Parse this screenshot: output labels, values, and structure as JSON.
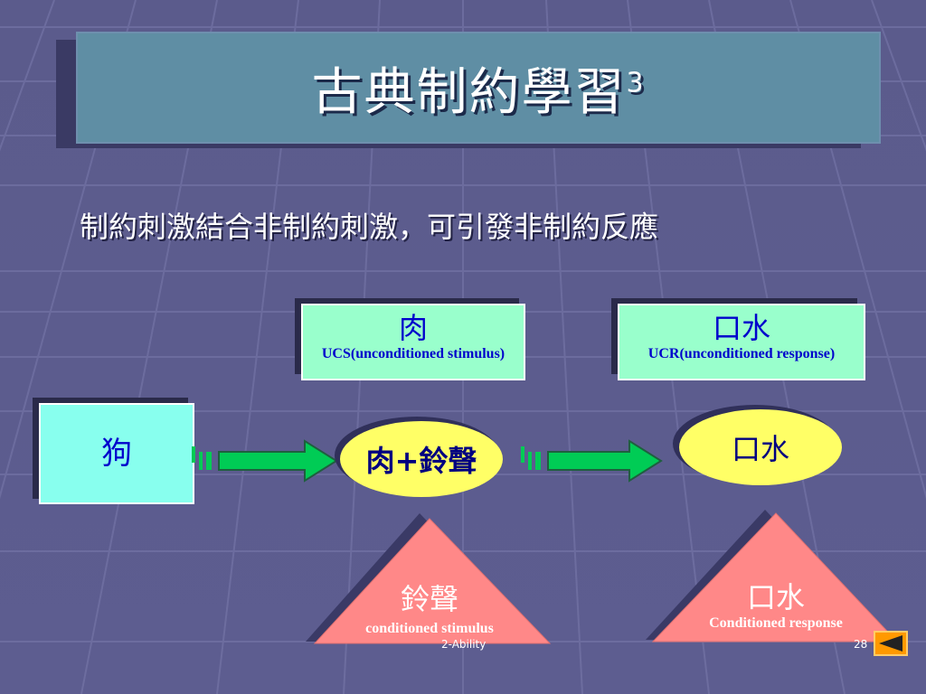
{
  "slide": {
    "title": "古典制約學習",
    "title_superscript": "3",
    "subtitle": "制約刺激結合非制約刺激，可引發非制約反應"
  },
  "diagram": {
    "ucs_box": {
      "label": "肉",
      "sublabel": "UCS(unconditioned stimulus)"
    },
    "ucr_box": {
      "label": "口水",
      "sublabel": "UCR(unconditioned response)"
    },
    "dog_box": {
      "label": "狗"
    },
    "pairing_ellipse": {
      "label": "肉+鈴聲"
    },
    "response_ellipse": {
      "label": "口水"
    },
    "cs_triangle": {
      "label": "鈴聲",
      "sublabel": "conditioned stimulus"
    },
    "cr_triangle": {
      "label": "口水",
      "sublabel": "Conditioned response"
    }
  },
  "footer": {
    "center_text": "2-Ability",
    "page_number": "28"
  },
  "colors": {
    "background": "#5a5a8a",
    "title_box": "#5f8ea4",
    "green_box": "#99ffcc",
    "cyan_box": "#88ffee",
    "ellipse": "#ffff66",
    "arrow": "#00cc55",
    "triangle": "#ff8888",
    "nav_button": "#ff9900"
  },
  "icons": {
    "nav_button": "back-arrow-icon"
  }
}
